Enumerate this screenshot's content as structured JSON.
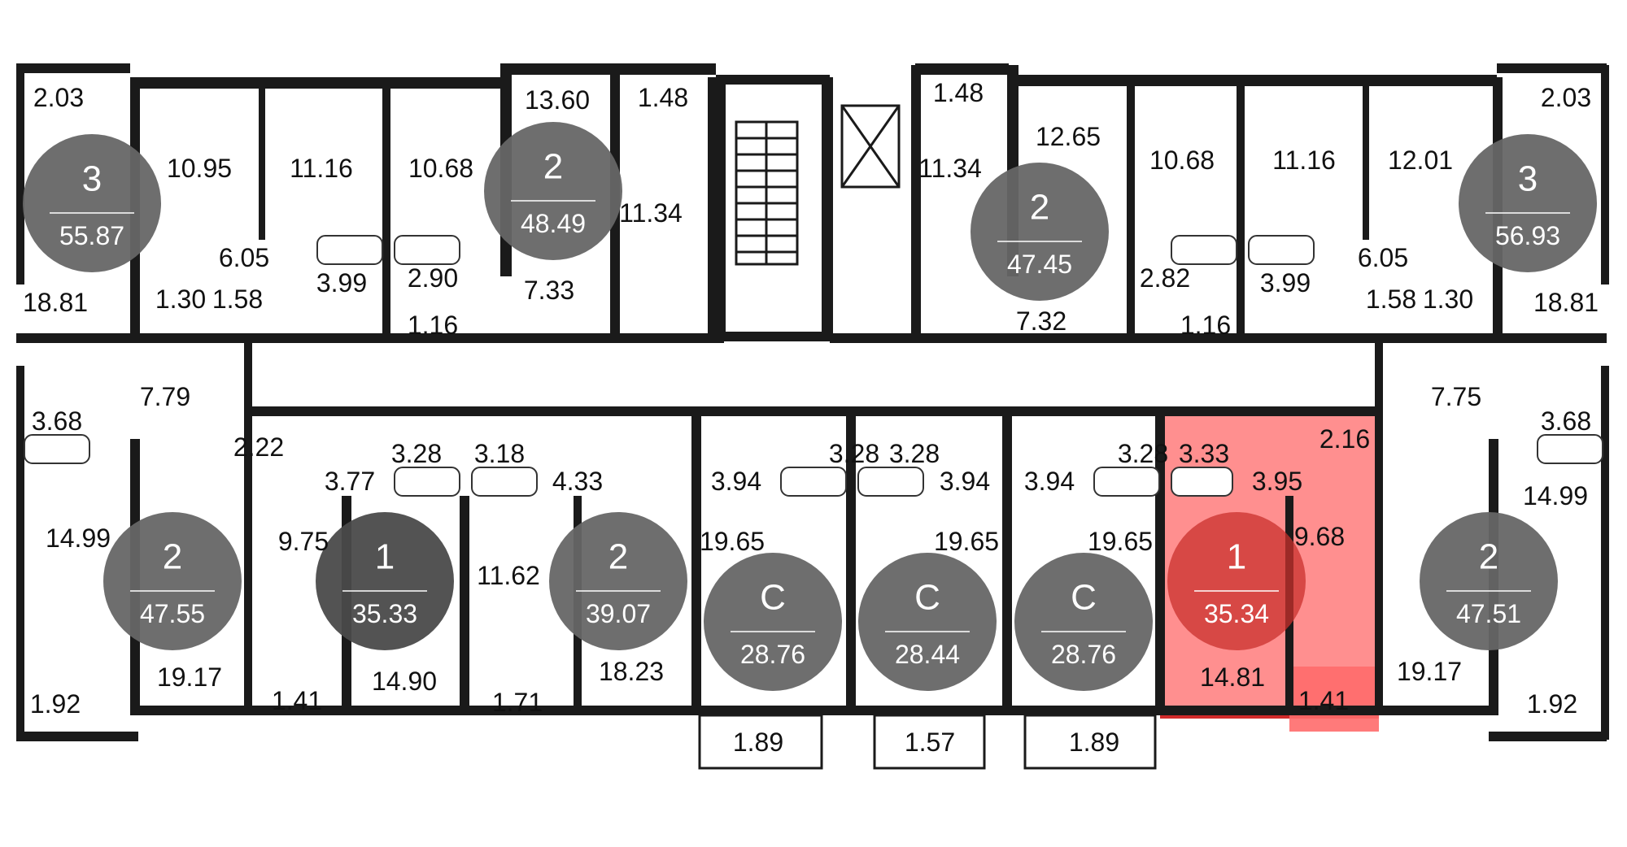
{
  "highlight_color": "#ff3b3b",
  "badge_color": "#666666",
  "badge_dark_color": "#4a4a4a",
  "wall_color": "#1a1a1a",
  "apartments": [
    {
      "id": "apt-3-left",
      "rooms": "3",
      "area": "55.87"
    },
    {
      "id": "apt-2-top-a",
      "rooms": "2",
      "area": "48.49"
    },
    {
      "id": "apt-2-top-b",
      "rooms": "2",
      "area": "47.45"
    },
    {
      "id": "apt-3-right",
      "rooms": "3",
      "area": "56.93"
    },
    {
      "id": "apt-2-bottom-a",
      "rooms": "2",
      "area": "47.55"
    },
    {
      "id": "apt-1-bottom-a",
      "rooms": "1",
      "area": "35.33"
    },
    {
      "id": "apt-2-bottom-b",
      "rooms": "2",
      "area": "39.07"
    },
    {
      "id": "apt-c-a",
      "rooms": "С",
      "area": "28.76"
    },
    {
      "id": "apt-c-b",
      "rooms": "С",
      "area": "28.44"
    },
    {
      "id": "apt-c-c",
      "rooms": "С",
      "area": "28.76"
    },
    {
      "id": "apt-1-selected",
      "rooms": "1",
      "area": "35.34",
      "selected": true
    },
    {
      "id": "apt-2-bottom-c",
      "rooms": "2",
      "area": "47.51"
    }
  ],
  "room_areas": [
    "2.03",
    "10.95",
    "11.16",
    "10.68",
    "13.60",
    "1.48",
    "1.48",
    "12.65",
    "10.68",
    "11.16",
    "12.01",
    "2.03",
    "11.34",
    "11.34",
    "6.05",
    "6.05",
    "18.81",
    "1.30",
    "1.58",
    "3.99",
    "2.90",
    "7.33",
    "2.82",
    "3.99",
    "1.58",
    "1.30",
    "18.81",
    "1.16",
    "1.16",
    "7.32",
    "7.79",
    "7.75",
    "3.68",
    "3.68",
    "2.22",
    "3.28",
    "3.18",
    "3.77",
    "4.33",
    "3.94",
    "3.28",
    "3.28",
    "3.94",
    "3.94",
    "3.28",
    "3.33",
    "3.95",
    "2.16",
    "14.99",
    "9.75",
    "11.62",
    "19.65",
    "19.65",
    "19.65",
    "9.68",
    "14.99",
    "14.81",
    "19.17",
    "14.90",
    "18.23",
    "19.17",
    "1.92",
    "1.41",
    "1.71",
    "1.41",
    "1.92",
    "1.89",
    "1.57",
    "1.89"
  ]
}
